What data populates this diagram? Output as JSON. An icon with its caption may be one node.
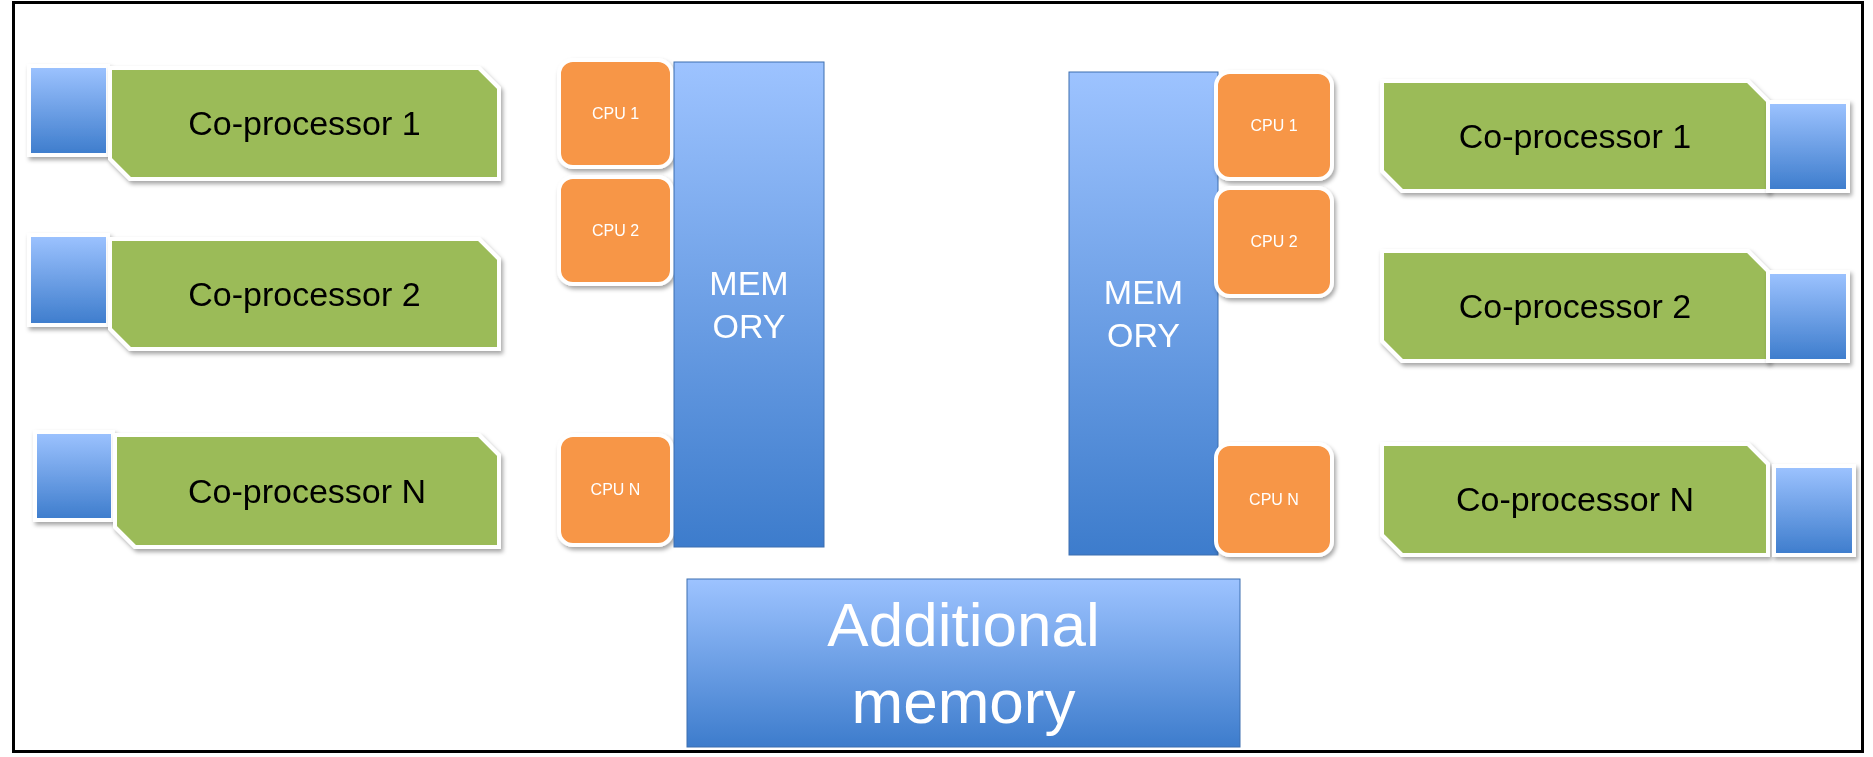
{
  "diagram": {
    "nodes": [
      {
        "text": [],
        "shape": "box"
      },
      {
        "text": [
          "Co-processor 1"
        ]
      },
      {
        "text": [],
        "shape": "box"
      },
      {
        "text": [
          "Co-processor 2"
        ]
      },
      {
        "text": [],
        "shape": "box"
      },
      {
        "text": [
          "Co-processor N"
        ]
      },
      {
        "text": [
          "CPU 1"
        ]
      },
      {
        "text": [
          "CPU 2"
        ]
      },
      {
        "text": [
          "CPU N"
        ]
      },
      {
        "text": [
          "MEM ORY"
        ]
      },
      {
        "text": [
          "MEM ORY"
        ]
      },
      {
        "text": [
          "CPU 1"
        ]
      },
      {
        "text": [
          "CPU 2"
        ]
      },
      {
        "text": [
          "CPU N"
        ]
      },
      {
        "text": [
          "Co-processor 1"
        ]
      },
      {
        "text": [],
        "shape": "box"
      },
      {
        "text": [
          "Co-processor 2"
        ]
      },
      {
        "text": [],
        "shape": "box"
      },
      {
        "text": [
          "Co-processor N"
        ]
      },
      {
        "text": [],
        "shape": "box"
      },
      {
        "text": [
          "Additional memory"
        ]
      }
    ],
    "edges": []
  }
}
